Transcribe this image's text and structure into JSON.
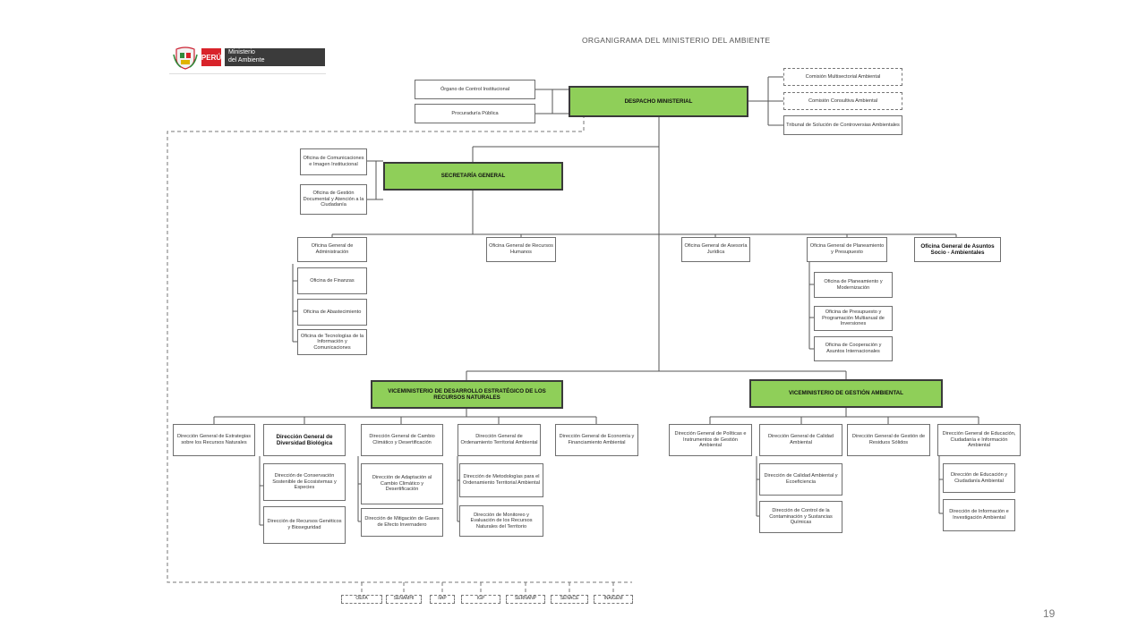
{
  "header": {
    "title_fragment": "ORGANIGRAMA DEL MINISTERIO DEL AMBIENTE",
    "logo": {
      "country": "PERÚ",
      "line1": "Ministerio",
      "line2": "del Ambiente",
      "icon": "coat-of-arms-icon"
    }
  },
  "page_number": "19",
  "colors": {
    "green": "#8fcf59",
    "border": "#6f6f6f",
    "line": "#555555"
  },
  "org": {
    "despacho": "DESPACHO MINISTERIAL",
    "control": "Órgano de Control Institucional",
    "procuraduria": "Procuraduría Pública",
    "comision_multi": "Comisión Multisectorial Ambiental",
    "comision_consultiva": "Comisión Consultiva Ambiental",
    "tribunal": "Tribunal de Solución de Controversias Ambientales",
    "secretaria": "SECRETARÍA GENERAL",
    "comunicaciones": "Oficina de Comunicaciones e Imagen Institucional",
    "gestion_doc": "Oficina de Gestión Documental y Atención a la Ciudadanía",
    "administracion": "Oficina General de Administración",
    "finanzas": "Oficina de Finanzas",
    "abastecimiento": "Oficina de Abastecimiento",
    "tecnologias": "Oficina de Tecnologías de la Información y Comunicaciones",
    "rrhh": "Oficina General de Recursos Humanos",
    "asesoria": "Oficina General de Asesoría Jurídica",
    "planeamiento": "Oficina General de Planeamiento y Presupuesto",
    "planeamiento_mod": "Oficina de Planeamiento y Modernización",
    "presupuesto": "Oficina de Presupuesto y Programación Multianual de Inversiones",
    "cooperacion": "Oficina de Cooperación y Asuntos Internacionales",
    "socio": "Oficina General de Asuntos Socio - Ambientales",
    "vice1": "VICEMINISTERIO DE DESARROLLO ESTRATÉGICO DE LOS RECURSOS NATURALES",
    "vice2": "VICEMINISTERIO DE GESTIÓN AMBIENTAL",
    "estrategias": "Dirección General de Estrategias sobre los Recursos Naturales",
    "diversidad": "Dirección General de Diversidad Biológica",
    "conservacion": "Dirección de Conservación Sostenible de Ecosistemas y Especies",
    "recursos_gen": "Dirección de Recursos Genéticos y Bioseguridad",
    "cambio": "Dirección General de Cambio Climático y Desertificación",
    "adaptacion": "Dirección de Adaptación al Cambio Climático y Desertificación",
    "mitigacion": "Dirección de Mitigación de Gases de Efecto Invernadero",
    "ordenamiento": "Dirección General de Ordenamiento Territorial Ambiental",
    "metodologias": "Dirección de Metodologías para el Ordenamiento Territorial Ambiental",
    "monitoreo": "Dirección de Monitoreo y Evaluación de los Recursos Naturales del Territorio",
    "economia": "Dirección General de Economía y Financiamiento Ambiental",
    "politicas": "Dirección General de Políticas e Instrumentos de Gestión Ambiental",
    "calidad": "Dirección General de Calidad Ambiental",
    "calidad_eco": "Dirección de Calidad Ambiental y Ecoeficiencia",
    "contaminacion": "Dirección de Control de la Contaminación y Sustancias Químicas",
    "residuos": "Dirección General de Gestión de Residuos Sólidos",
    "educacion": "Dirección General de Educación, Ciudadanía e Información Ambiental",
    "educacion_ciud": "Dirección de Educación y Ciudadanía Ambiental",
    "informacion": "Dirección de Información e Investigación Ambiental",
    "adscritos": [
      "OEFA",
      "SENAMHI",
      "IIAP",
      "IGP",
      "SERNANP",
      "SENACE",
      "INAIGEM"
    ]
  }
}
